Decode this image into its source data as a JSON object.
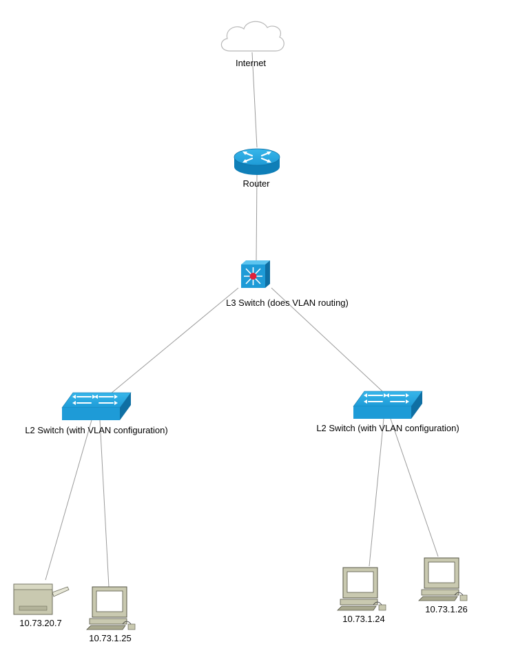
{
  "nodes": {
    "internet": {
      "label": "Internet",
      "icon": "cloud-icon"
    },
    "router": {
      "label": "Router",
      "icon": "router-icon"
    },
    "l3_switch": {
      "label": "L3 Switch (does VLAN routing)",
      "icon": "l3-switch-icon"
    },
    "l2_switch_left": {
      "label": "L2 Switch (with VLAN configuration)",
      "icon": "l2-switch-icon"
    },
    "l2_switch_right": {
      "label": "L2 Switch (with VLAN configuration)",
      "icon": "l2-switch-icon"
    },
    "printer": {
      "label": "10.73.20.7",
      "icon": "printer-icon"
    },
    "pc_25": {
      "label": "10.73.1.25",
      "icon": "workstation-icon"
    },
    "pc_24": {
      "label": "10.73.1.24",
      "icon": "workstation-icon"
    },
    "pc_26": {
      "label": "10.73.1.26",
      "icon": "workstation-icon"
    }
  },
  "links": [
    [
      "internet",
      "router"
    ],
    [
      "router",
      "l3_switch"
    ],
    [
      "l3_switch",
      "l2_switch_left"
    ],
    [
      "l3_switch",
      "l2_switch_right"
    ],
    [
      "l2_switch_left",
      "printer"
    ],
    [
      "l2_switch_left",
      "pc_25"
    ],
    [
      "l2_switch_right",
      "pc_24"
    ],
    [
      "l2_switch_right",
      "pc_26"
    ]
  ],
  "colors": {
    "link": "#9a9a9a",
    "cisco_blue": "#1e9bd7",
    "cisco_blue_dark": "#0f6fa3",
    "device_beige": "#c9c9b0",
    "accent_red": "#e0203a"
  }
}
